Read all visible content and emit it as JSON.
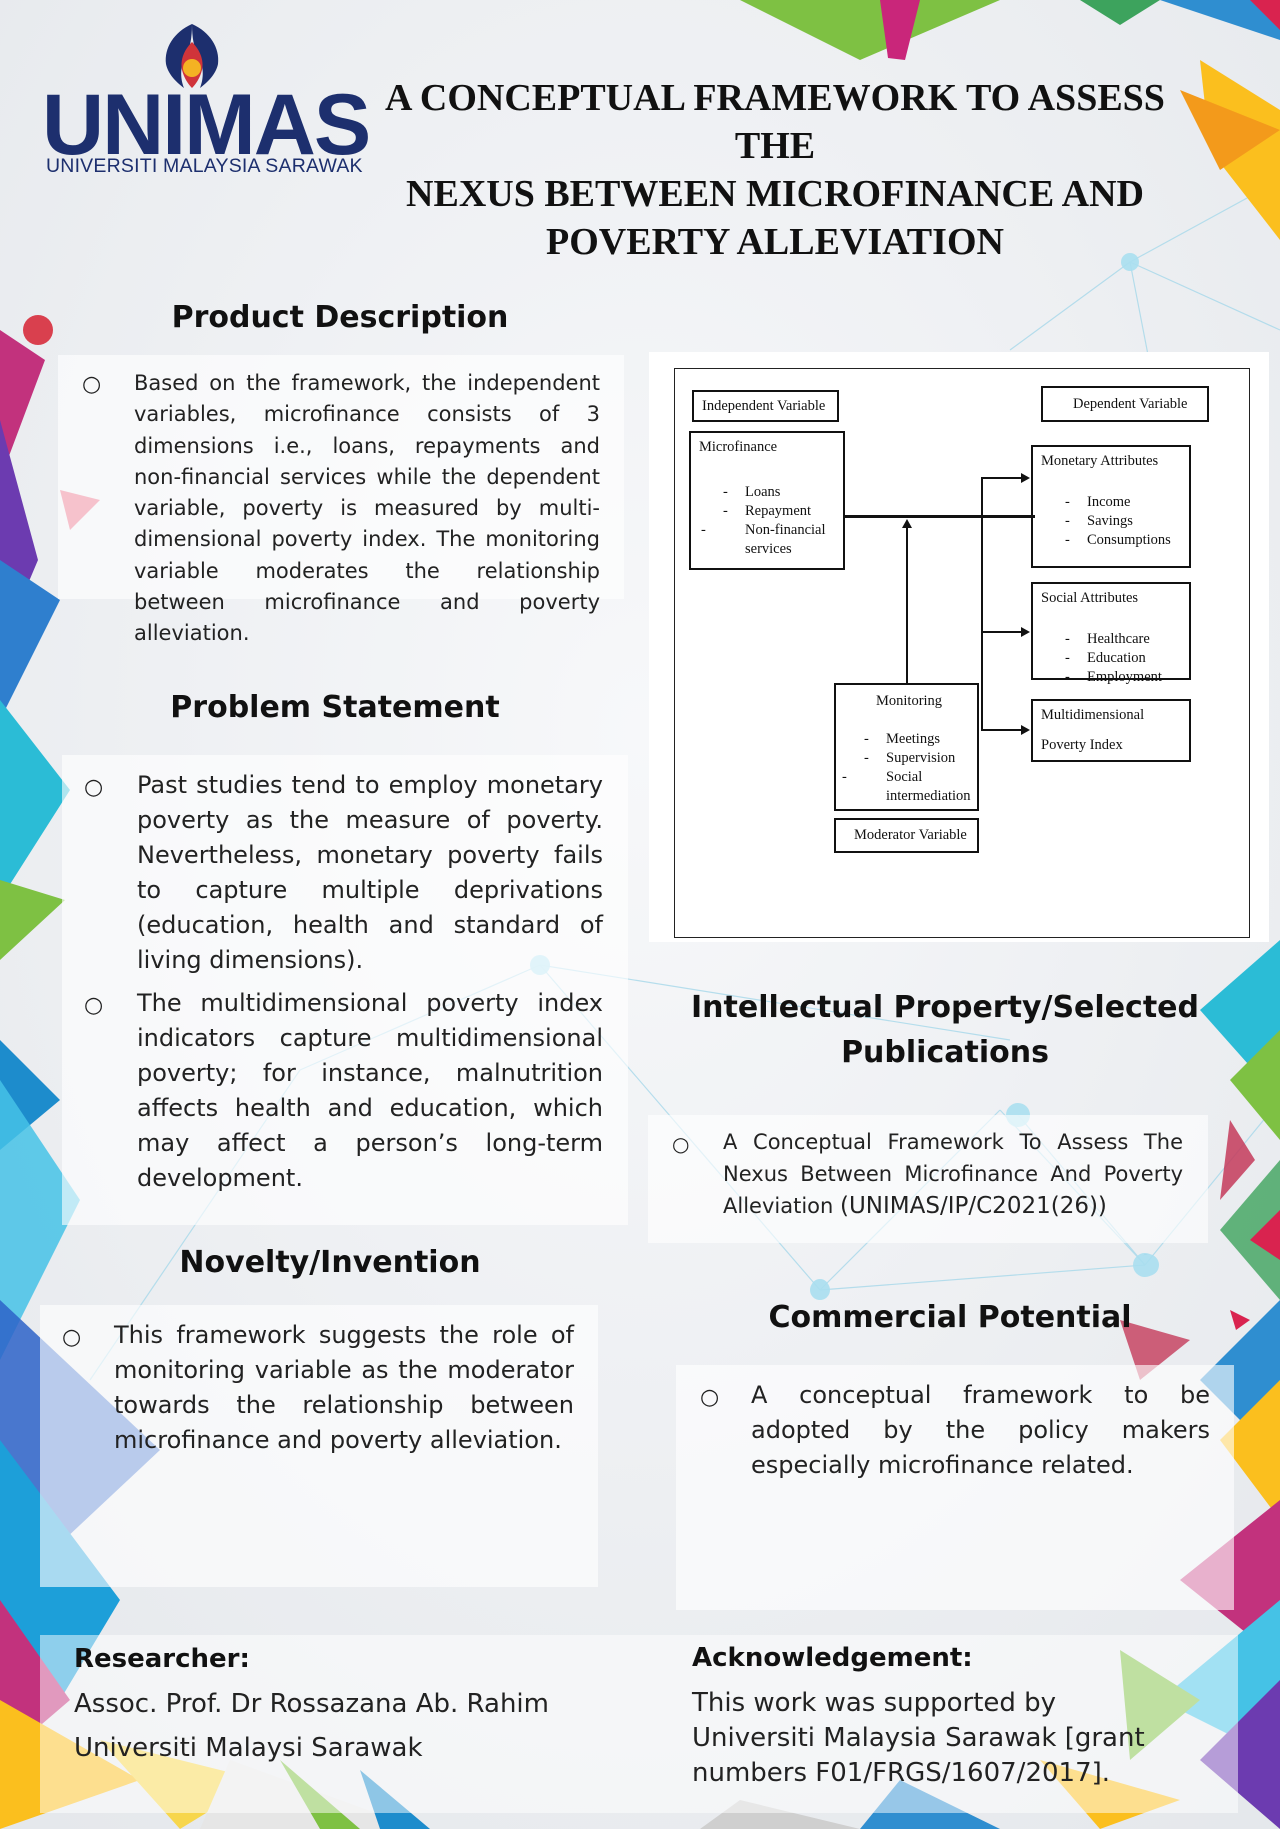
{
  "header": {
    "logo_word": "UNIMAS",
    "logo_subtitle": "UNIVERSITI MALAYSIA SARAWAK",
    "title_lines": [
      "A CONCEPTUAL FRAMEWORK TO ASSESS THE",
      "NEXUS BETWEEN MICROFINANCE AND",
      "POVERTY ALLEVIATION"
    ]
  },
  "product_description": {
    "heading": "Product Description",
    "bullets": [
      "Based on the framework, the independent variables, microfinance consists of 3 dimensions i.e., loans, repayments and non-financial services while the dependent variable, poverty is measured by multi-dimensional poverty index. The monitoring variable moderates the relationship between microfinance and poverty alleviation."
    ]
  },
  "problem_statement": {
    "heading": "Problem Statement",
    "bullets": [
      "Past studies tend to employ monetary poverty as the measure of poverty. Nevertheless, monetary poverty fails to capture multiple deprivations (education, health and standard of living dimensions).",
      "The multidimensional poverty index indicators capture multidimensional poverty; for instance, malnutrition affects health and education, which may affect a person’s long-term development."
    ]
  },
  "novelty": {
    "heading": "Novelty/Invention",
    "bullets": [
      "This framework suggests the role of monitoring variable as the moderator towards the relationship between microfinance and poverty alleviation."
    ]
  },
  "framework": {
    "independent_label": "Independent Variable",
    "dependent_label": "Dependent Variable",
    "microfinance": {
      "title": "Microfinance",
      "items": [
        "Loans",
        "Repayment",
        "Non-financial services"
      ]
    },
    "monetary": {
      "title": "Monetary Attributes",
      "items": [
        "Income",
        "Savings",
        "Consumptions"
      ]
    },
    "social": {
      "title": "Social Attributes",
      "items": [
        "Healthcare",
        "Education",
        "Employment"
      ]
    },
    "multidimensional": {
      "line1": "Multidimensional",
      "line2": "Poverty Index"
    },
    "monitoring": {
      "title": "Monitoring",
      "items": [
        "Meetings",
        "Supervision",
        "Social intermediation"
      ]
    },
    "moderator_label": "Moderator Variable"
  },
  "ip": {
    "heading_line1": "Intellectual Property/Selected",
    "heading_line2": "Publications",
    "bullet_text": "A Conceptual Framework To Assess The Nexus Between Microfinance And Poverty Alleviation",
    "bullet_code": "(UNIMAS/IP/C2021(26))"
  },
  "commercial": {
    "heading": "Commercial Potential",
    "bullets": [
      "A conceptual framework to be adopted by the policy makers especially microfinance related."
    ]
  },
  "researcher": {
    "label": "Researcher:",
    "name": "Assoc. Prof. Dr Rossazana Ab. Rahim",
    "affiliation": "Universiti Malaysi Sarawak"
  },
  "acknowledgement": {
    "label": "Acknowledgement:",
    "text": "This work was supported by Universiti Malaysia Sarawak [grant numbers F01/FRGS/1607/2017]."
  },
  "bullet_symbol": "○",
  "colors": {
    "logo_blue": "#1d2f6e",
    "logo_red": "#d0343a",
    "logo_yellow": "#f4b223"
  }
}
